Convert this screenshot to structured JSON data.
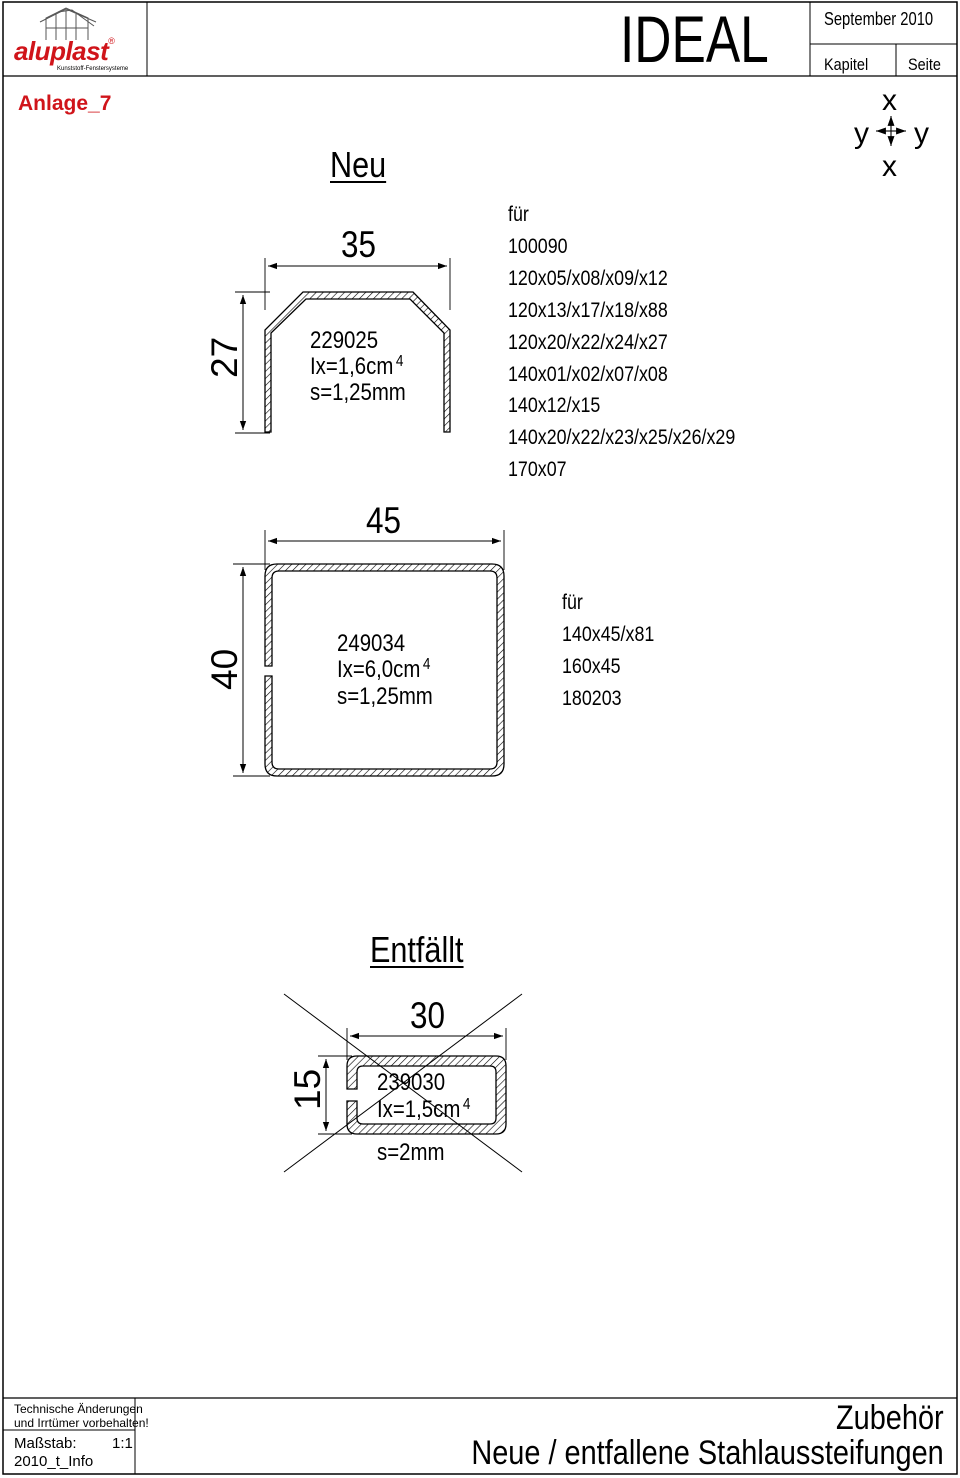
{
  "header": {
    "logo_text": "aluplast",
    "logo_registered": "®",
    "logo_subtitle": "Kunststoff-Fenstersysteme",
    "title": "IDEAL",
    "date": "September 2010",
    "chapter_label": "Kapitel",
    "page_label": "Seite"
  },
  "attachment": "Anlage_7",
  "axis_legend": {
    "x_top": "x",
    "x_bottom": "x",
    "y_left": "y",
    "y_right": "y"
  },
  "section_new": {
    "heading": "Neu",
    "profile_1": {
      "width": "35",
      "height": "27",
      "article": "229025",
      "ix": "Ix=1,6cm",
      "ix_exp": "4",
      "wall": "s=1,25mm",
      "for_label": "für",
      "for_items": [
        "100090",
        "120x05/x08/x09/x12",
        "120x13/x17/x18/x88",
        "120x20/x22/x24/x27",
        "140x01/x02/x07/x08",
        "140x12/x15",
        "140x20/x22/x23/x25/x26/x29",
        "170x07"
      ]
    },
    "profile_2": {
      "width": "45",
      "height": "40",
      "article": "249034",
      "ix": "Ix=6,0cm",
      "ix_exp": "4",
      "wall": "s=1,25mm",
      "for_label": "für",
      "for_items": [
        "140x45/x81",
        "160x45",
        "180203"
      ]
    }
  },
  "section_removed": {
    "heading": "Entfällt",
    "width": "30",
    "height": "15",
    "article": "239030",
    "ix": "Ix=1,5cm",
    "ix_exp": "4",
    "wall": "s=2mm"
  },
  "footer": {
    "note_line1": "Technische Änderungen",
    "note_line2": "und Irrtümer vorbehalten!",
    "scale_label": "Maßstab:",
    "scale_value": "1:1",
    "doc_ref": "2010_t_Info",
    "category": "Zubehör",
    "subject": "Neue / entfallene Stahlaussteifungen"
  }
}
